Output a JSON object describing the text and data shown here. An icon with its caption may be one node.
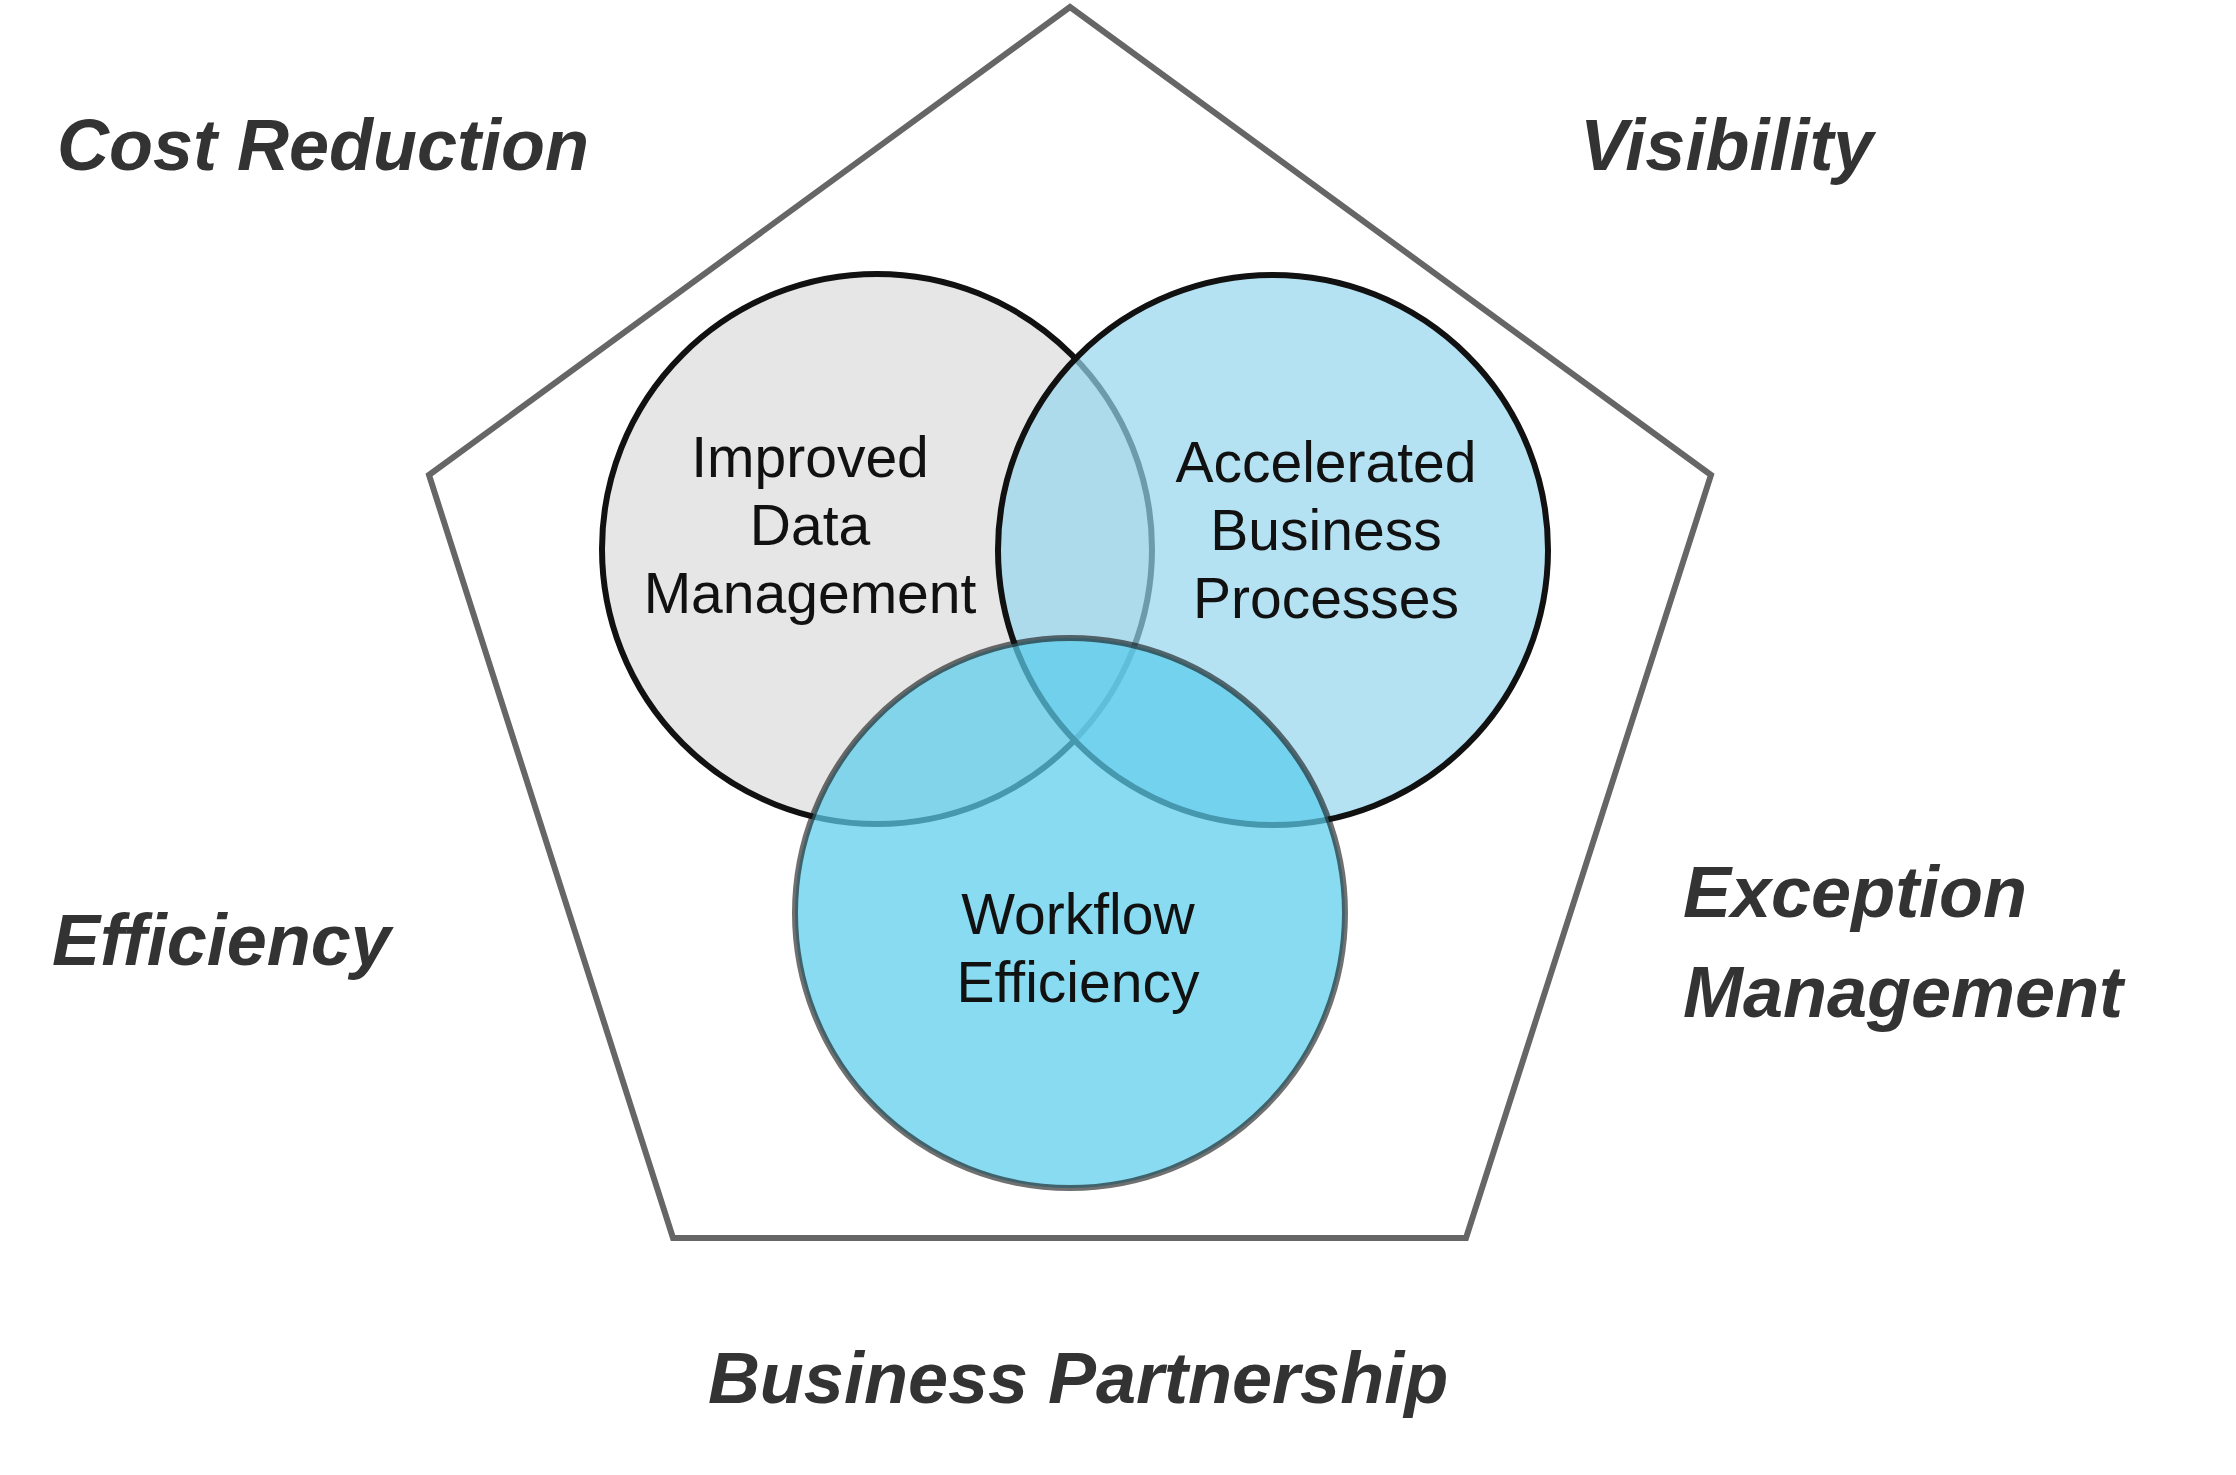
{
  "diagram": {
    "nodes": [
      {
        "text": [],
        "shape": "pentagon"
      },
      {
        "text": [
          "Improved Data Management"
        ],
        "in": 0
      },
      {
        "text": [
          "Accelerated Business Processes"
        ],
        "in": 0
      },
      {
        "text": [
          "Workflow Efficiency"
        ],
        "in": 0
      }
    ],
    "labels": [
      "Cost Reduction",
      "Visibility",
      "Efficiency",
      "Exception Management",
      "Business Partnership"
    ]
  }
}
